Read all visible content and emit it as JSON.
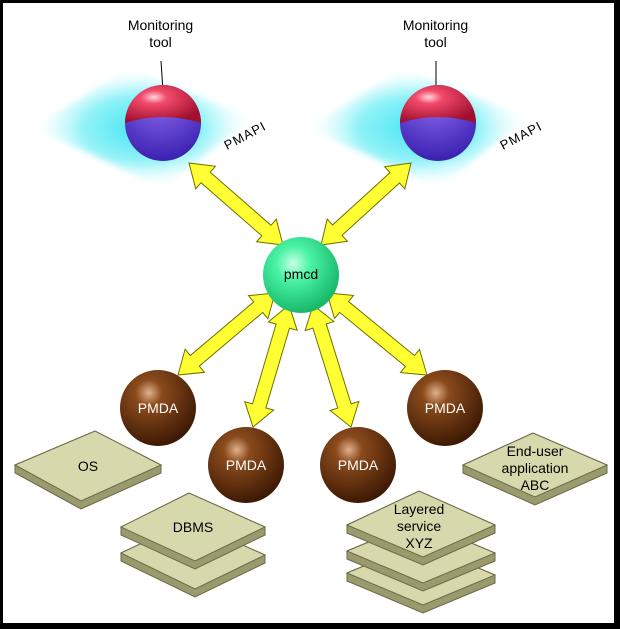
{
  "tools": [
    {
      "title": "Monitoring\ntool",
      "api": "PMAPI"
    },
    {
      "title": "Monitoring\ntool",
      "api": "PMAPI"
    }
  ],
  "pmcd": {
    "label": "pmcd"
  },
  "pmdas": [
    "PMDA",
    "PMDA",
    "PMDA",
    "PMDA"
  ],
  "sources": {
    "os": "OS",
    "dbms": "DBMS",
    "layered": "Layered\nservice\nXYZ",
    "enduser": "End-user\napplication\nABC"
  },
  "colors": {
    "api_plane": "#3fe4f0",
    "tool_top": "#e8284e",
    "tool_bottom": "#6a3ee0",
    "pmcd": "#3ff09a",
    "pmda": "#6b3410",
    "arrow": "#ffff33",
    "arrow_stroke": "#707000",
    "slab_top": "#d8d8ad",
    "slab_side": "#9a9a6c"
  }
}
